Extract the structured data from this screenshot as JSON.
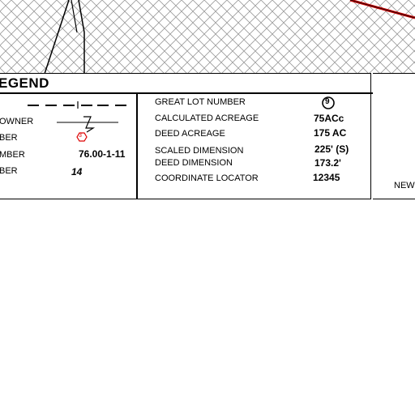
{
  "legend": {
    "title": "EGEND",
    "left_labels": [
      "OWNER",
      "BER",
      "MBER",
      "BER"
    ],
    "left_values": {
      "tax_map_number": "76.00-1-11",
      "lot_number_sample": "14",
      "hex_symbol_number": "3"
    },
    "right_labels": [
      "GREAT LOT NUMBER",
      "CALCULATED ACREAGE",
      "DEED ACREAGE",
      "SCALED DIMENSION",
      "DEED DIMENSION",
      "COORDINATE LOCATOR"
    ],
    "right_values": {
      "great_lot": "9",
      "calculated_acreage": "75ACc",
      "deed_acreage": "175 AC",
      "scaled_dimension": "225' (S)",
      "deed_dimension": "173.2'",
      "coordinate_locator": "12345"
    }
  },
  "side_panel": {
    "label": "NEW"
  },
  "colors": {
    "boundary_red": "#cc0000",
    "hex_red": "#dd0000",
    "line": "#000000",
    "hatch": "#9a9a9a"
  }
}
